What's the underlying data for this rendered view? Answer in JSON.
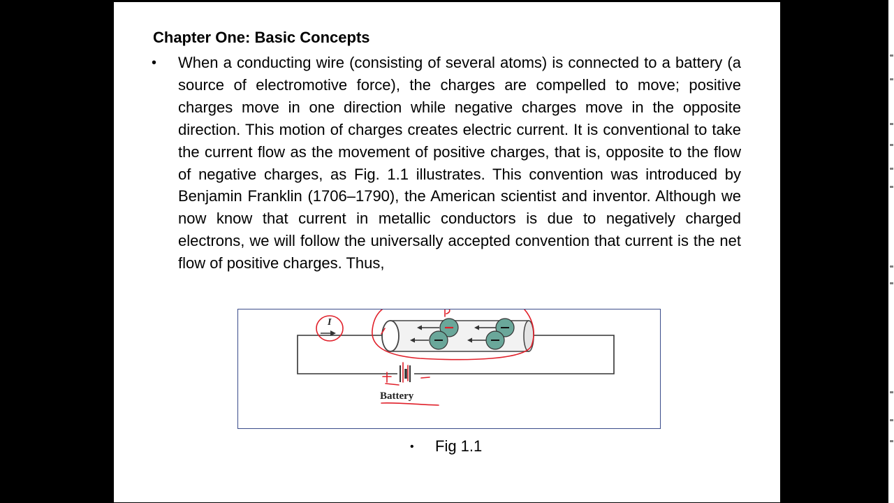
{
  "slide": {
    "title": "Chapter One: Basic Concepts",
    "bullet_symbol": "•",
    "paragraph": "When a conducting wire (consisting of several atoms) is connected to a battery (a source of electromotive force), the charges are compelled to move; positive charges move in one direction while negative charges move in the opposite direction. This motion of charges creates electric current. It is conventional to take the current flow as the movement of positive charges, that is, opposite to the flow of negative charges, as Fig. 1.1 illustrates. This convention was introduced by Benjamin Franklin (1706–1790), the American scientist and inventor. Although we now know that current in metallic conductors is due to negatively charged electrons, we will follow the universally accepted convention that current is the net flow of positive charges. Thus,"
  },
  "figure": {
    "current_label": "I",
    "battery_label": "Battery",
    "caption_bullet": "•",
    "caption": "Fig 1.1",
    "colors": {
      "border": "#3a4c8a",
      "electron_fill": "#6aa79a",
      "annotation_ink": "#e0202a"
    }
  }
}
